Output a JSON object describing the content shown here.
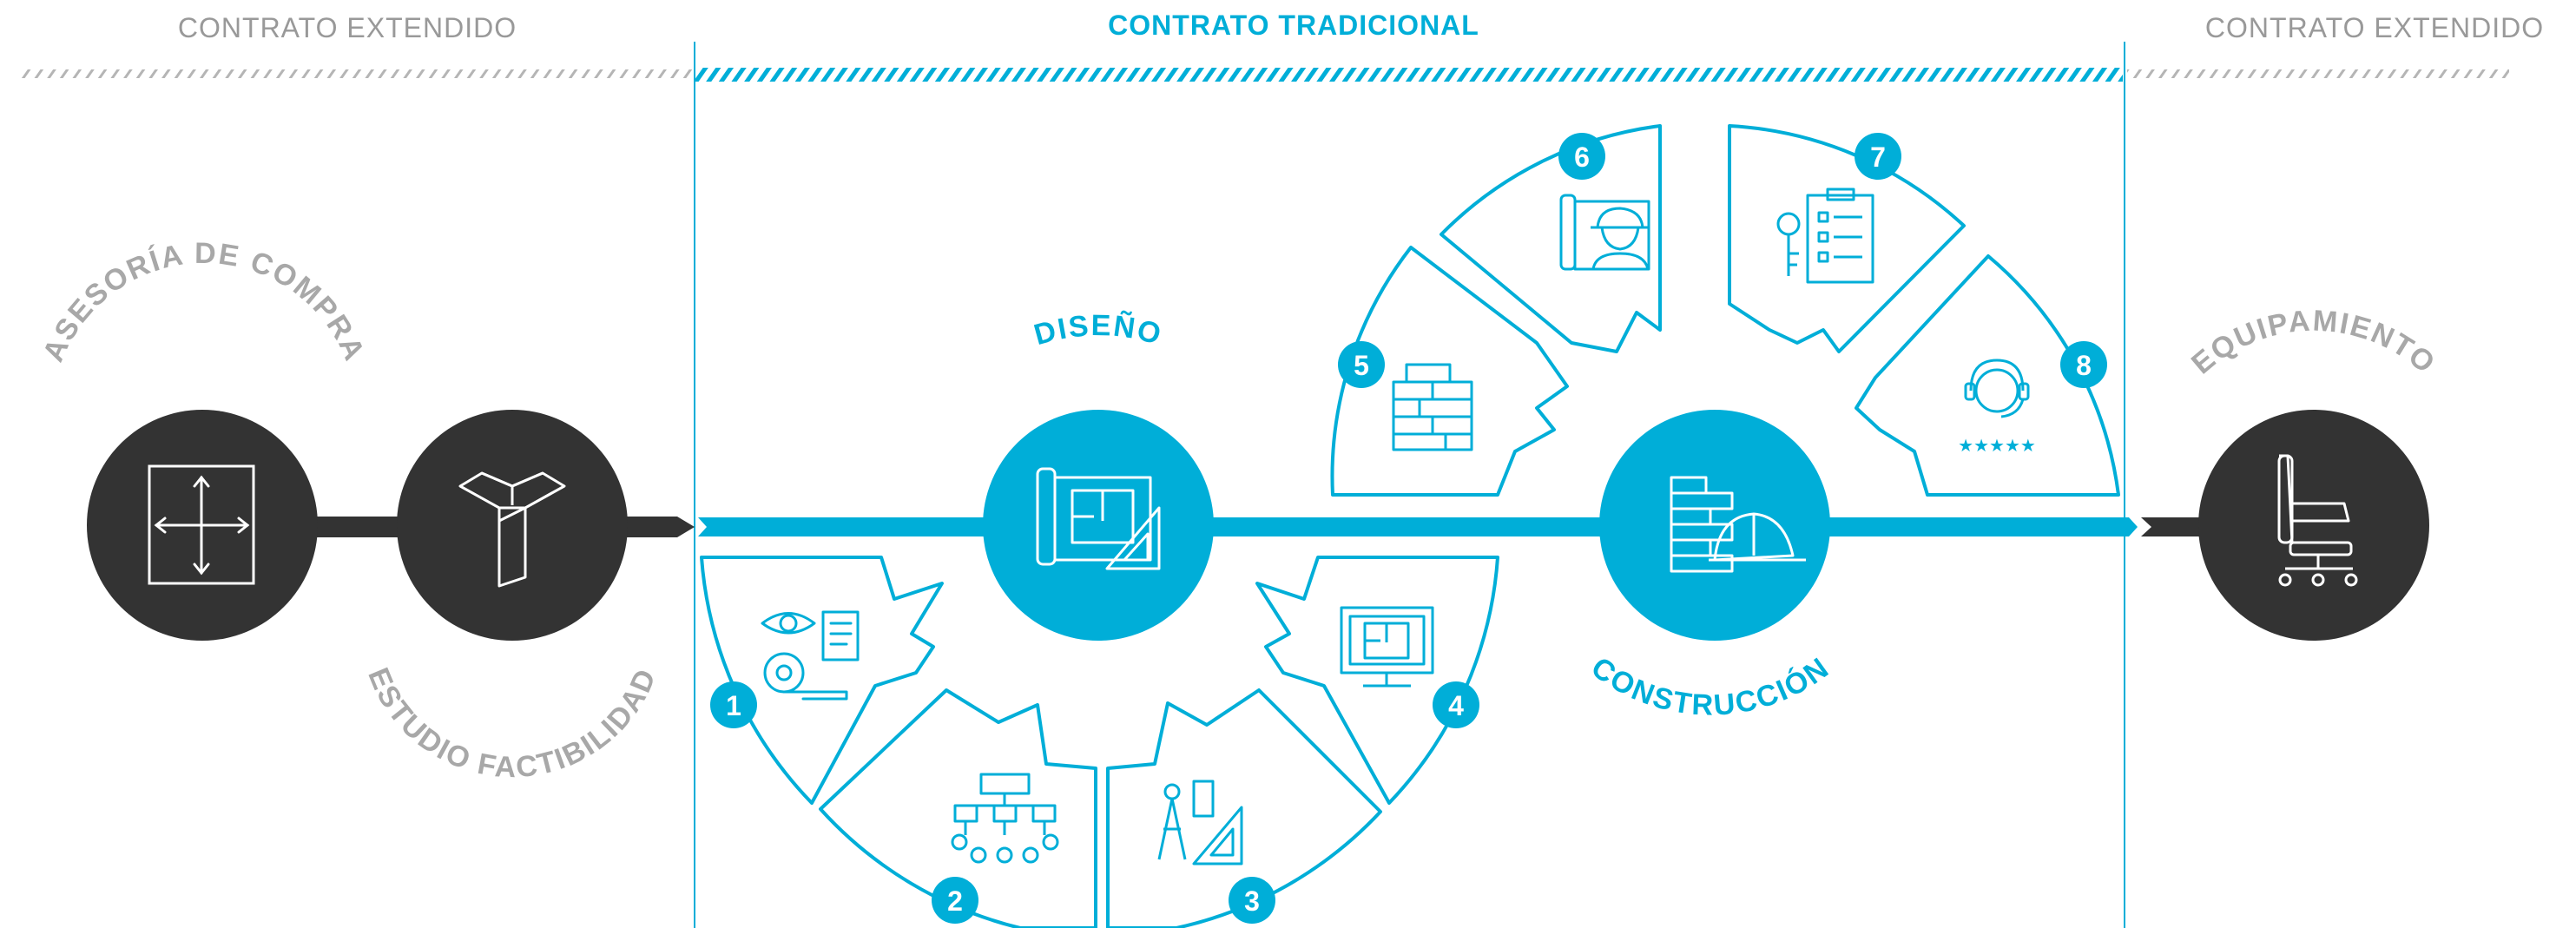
{
  "header": {
    "left": "CONTRATO EXTENDIDO",
    "center": "CONTRATO TRADICIONAL",
    "right": "CONTRATO EXTENDIDO"
  },
  "labels": {
    "asesoria": "ASESORÍA DE COMPRA",
    "estudio": "ESTUDIO FACTIBILIDAD",
    "diseno": "DISEÑO",
    "construccion": "CONSTRUCCIÓN",
    "equipamiento": "EQUIPAMIENTO"
  },
  "steps": [
    "1",
    "2",
    "3",
    "4",
    "5",
    "6",
    "7",
    "8"
  ],
  "colors": {
    "accent": "#00aed8",
    "dark": "#333333",
    "gray": "#a8a8a8",
    "header": "#999999"
  },
  "icons": {
    "asesoria": "floor-plan-arrows-icon",
    "estudio": "y-block-icon",
    "diseno": "blueprint-icon",
    "construccion": "brick-wall-helmet-icon",
    "equipamiento": "office-chair-icon",
    "step1": "eye-document-tape-icon",
    "step2": "org-chart-icon",
    "step3": "compass-ruler-icon",
    "step4": "monitor-plan-icon",
    "step5": "bricks-icon",
    "step6": "worker-plan-icon",
    "step7": "keys-checklist-icon",
    "step8": "support-headset-icon"
  }
}
